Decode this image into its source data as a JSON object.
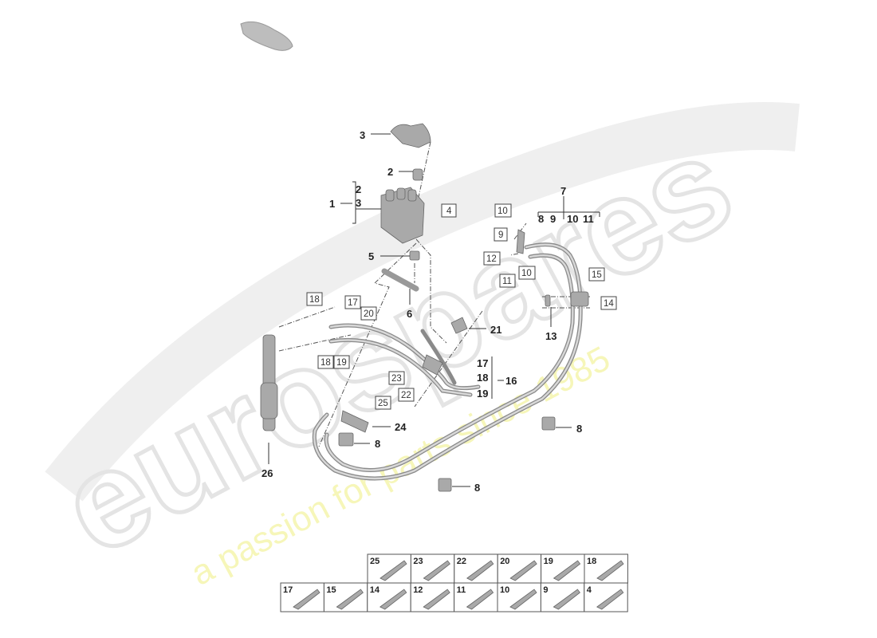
{
  "watermark": {
    "brand": "eurospares",
    "tagline": "a passion for parts since 1985"
  },
  "labels": {
    "plain": [
      "3",
      "2",
      "1",
      "2",
      "3",
      "5",
      "6",
      "7",
      "8",
      "9",
      "10",
      "11",
      "13",
      "21",
      "17",
      "18",
      "16",
      "19",
      "24",
      "8",
      "26",
      "8",
      "8"
    ],
    "boxed": [
      "4",
      "10",
      "9",
      "12",
      "11",
      "10",
      "15",
      "14",
      "18",
      "17",
      "20",
      "18",
      "19",
      "23",
      "22",
      "25"
    ]
  },
  "parts_table": {
    "row1": [
      "25",
      "23",
      "22",
      "20",
      "19",
      "18"
    ],
    "row2": [
      "17",
      "15",
      "14",
      "12",
      "11",
      "10",
      "9",
      "4"
    ]
  },
  "colors": {
    "part_gray": "#a9a9a9",
    "line": "#333333",
    "watermark_text": "#f4f4a8"
  }
}
